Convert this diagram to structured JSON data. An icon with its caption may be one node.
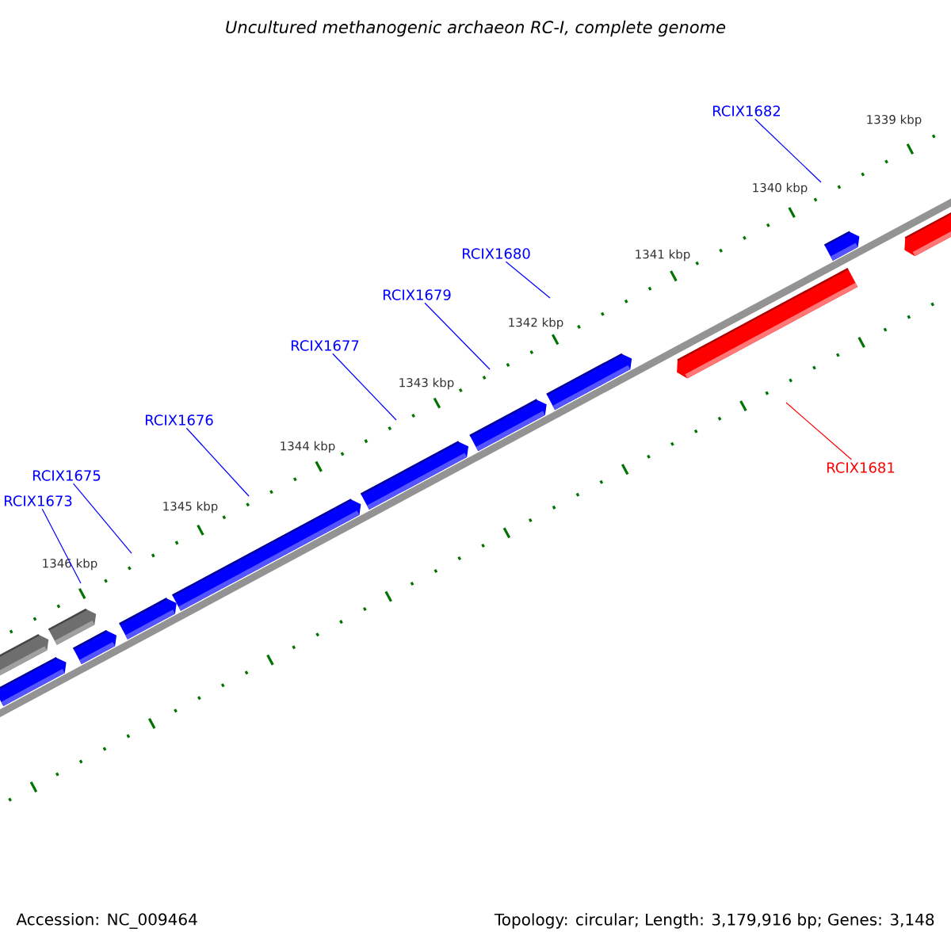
{
  "diagram": {
    "title": "Uncultured methanogenic archaeon RC-I, complete genome",
    "nodes": [
      {
        "text": [
          "RCIX1682"
        ]
      },
      {
        "text": [
          "RCIX1680"
        ]
      },
      {
        "text": [
          "RCIX1679"
        ]
      },
      {
        "text": [
          "RCIX1677"
        ]
      },
      {
        "text": [
          "RCIX1676"
        ]
      },
      {
        "text": [
          "RCIX1681"
        ]
      },
      {
        "text": [
          "RCIX1675"
        ]
      },
      {
        "text": [
          "RCIX1673"
        ]
      }
    ],
    "edges": [
      {
        "from": 0,
        "to": null,
        "arrow": "none"
      },
      {
        "from": 1,
        "to": null,
        "arrow": "none"
      },
      {
        "from": 2,
        "to": null,
        "arrow": "none"
      },
      {
        "from": 3,
        "to": null,
        "arrow": "none"
      },
      {
        "from": 4,
        "to": null,
        "arrow": "none"
      },
      {
        "from": 5,
        "to": null,
        "arrow": "none",
        "color": "#ff0000"
      },
      {
        "from": 6,
        "to": null,
        "arrow": "none"
      },
      {
        "from": 7,
        "to": null,
        "arrow": "none"
      }
    ],
    "labels": [
      "1339 kbp",
      "1340 kbp",
      "1341 kbp",
      "1342 kbp",
      "1343 kbp",
      "1344 kbp",
      "1345 kbp",
      "1346 kbp",
      "Accession: NC_009464",
      "Topology: circular; Length: 3,179,916 bp; Genes: 3,148"
    ]
  }
}
